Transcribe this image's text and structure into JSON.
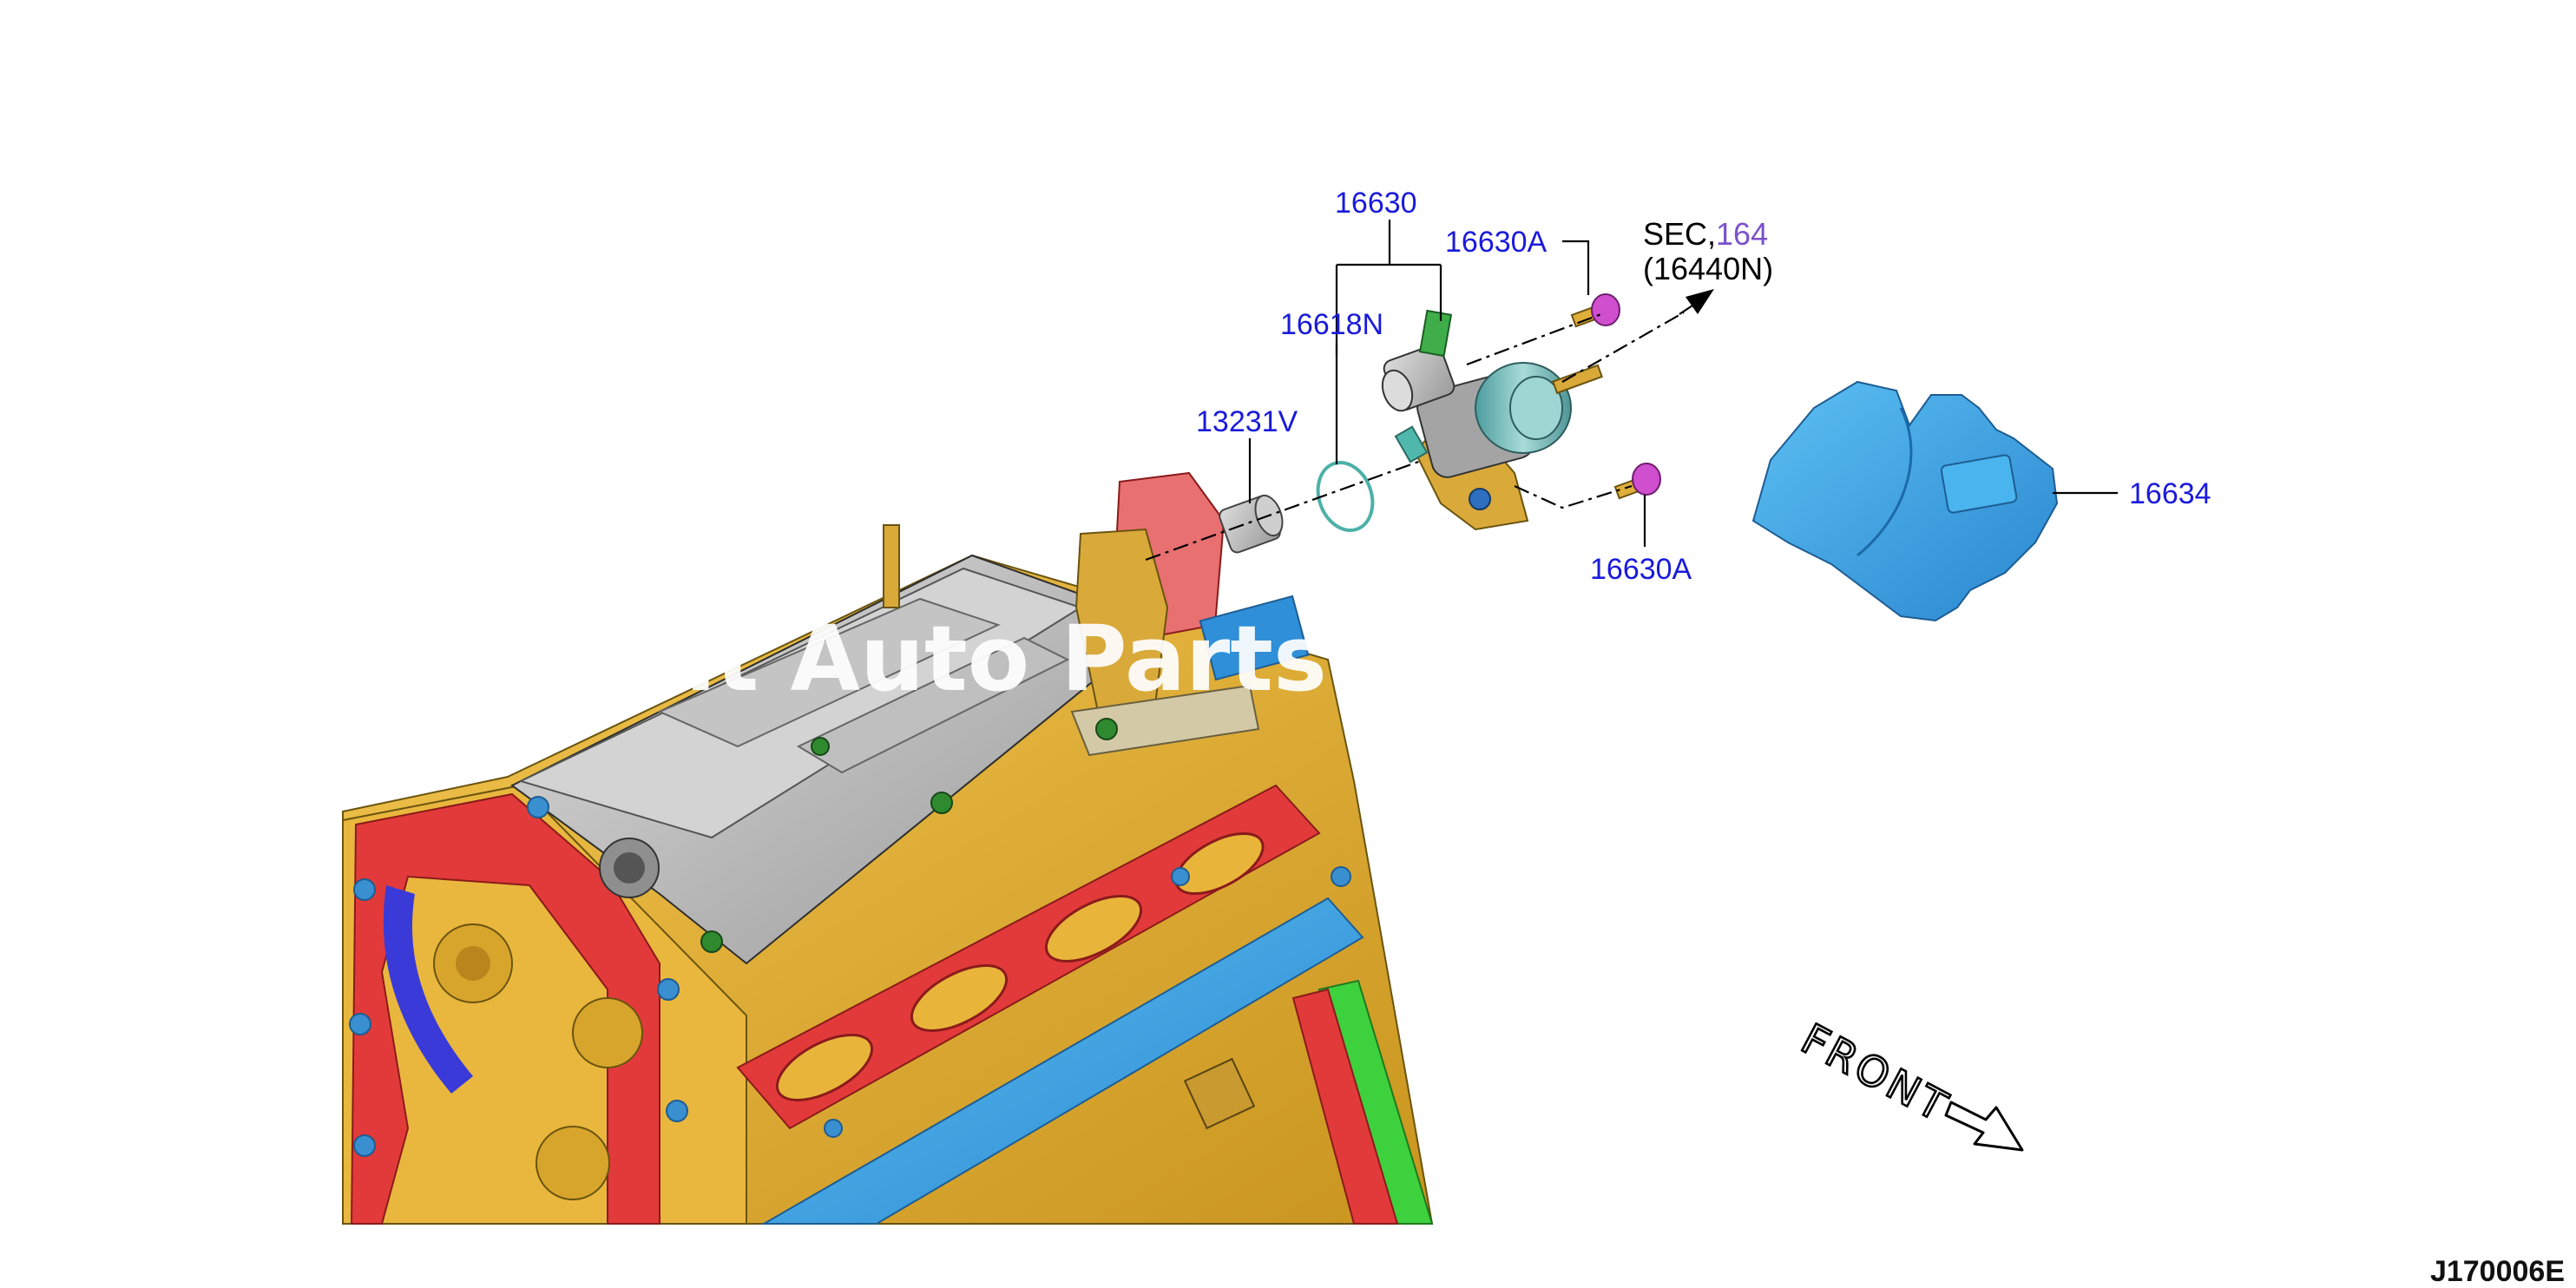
{
  "labels": {
    "pump_assembly": "16630",
    "bolt_upper": "16630A",
    "bolt_lower": "16630A",
    "o_ring": "16618N",
    "tappet": "13231V",
    "insulator": "16634"
  },
  "section_ref": {
    "prefix": "SEC,",
    "number": "164",
    "sub": "(16440N)"
  },
  "front_text": "FRONT",
  "watermark": "Parint Auto Parts",
  "figure_id": "J170006E",
  "colors": {
    "label_blue": "#1a1adb",
    "section_link": "#7b52c9",
    "engine_gold": "#e8b53a",
    "gasket_red": "#e23a3a",
    "manifold_blue": "#2f8fd8",
    "cover_silver": "#b8b8b8",
    "insulator_blue": "#38a6e6",
    "pump_teal": "#6fb7b8",
    "bolt_magenta": "#cf4fcf",
    "strip_green": "#3ed13e"
  },
  "icons": [
    "front-arrow-icon",
    "section-arrow-icon"
  ]
}
